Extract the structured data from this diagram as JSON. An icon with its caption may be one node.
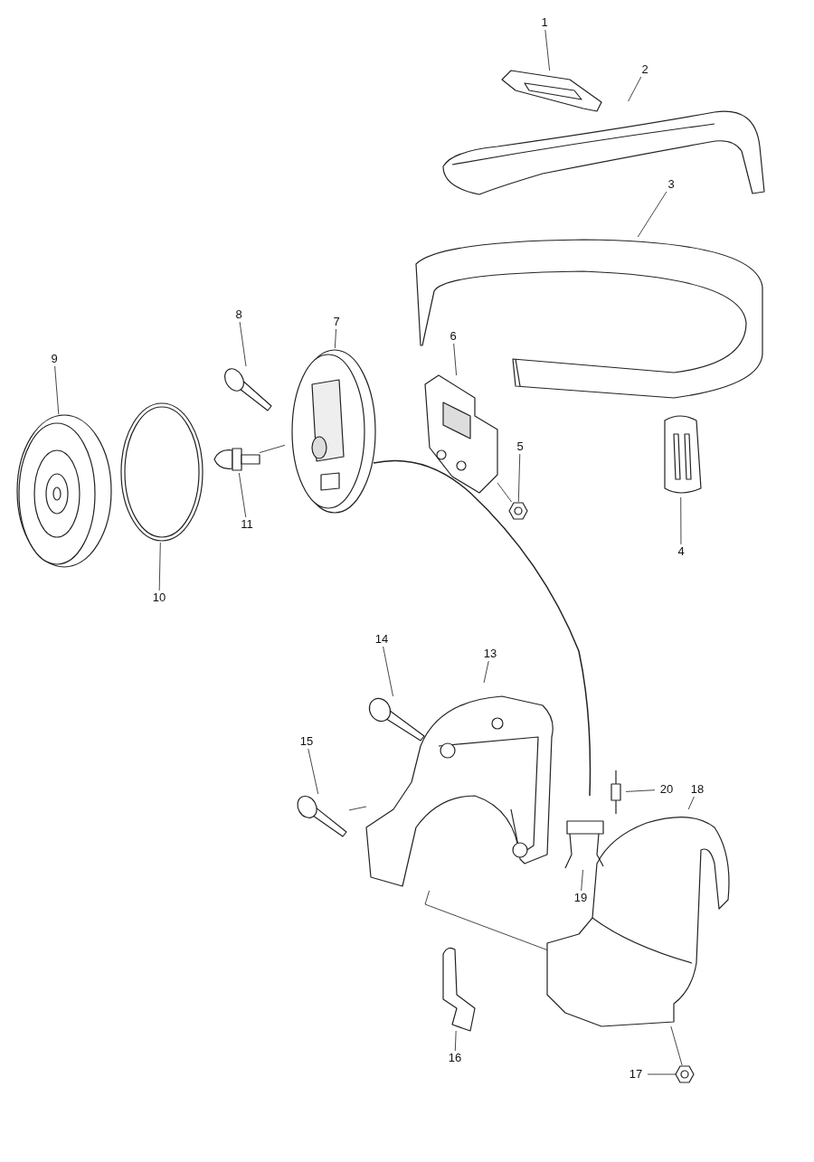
{
  "diagram": {
    "nodes": [
      {
        "text": [
          "1"
        ]
      },
      {
        "text": [
          "2"
        ]
      },
      {
        "text": [
          "3"
        ]
      },
      {
        "text": [
          "4"
        ]
      },
      {
        "text": [
          "5"
        ]
      },
      {
        "text": [
          "6"
        ]
      },
      {
        "text": [
          "7"
        ]
      },
      {
        "text": [
          "8"
        ]
      },
      {
        "text": [
          "9"
        ]
      },
      {
        "text": [
          "10"
        ]
      },
      {
        "text": [
          "11"
        ]
      },
      {
        "text": [
          "13"
        ]
      },
      {
        "text": [
          "14"
        ]
      },
      {
        "text": [
          "15"
        ]
      },
      {
        "text": [
          "16"
        ]
      },
      {
        "text": [
          "17"
        ]
      },
      {
        "text": [
          "18"
        ]
      },
      {
        "text": [
          "19"
        ]
      },
      {
        "text": [
          "20"
        ]
      },
      {
        "text": [],
        "shape": "picture"
      },
      {
        "text": [],
        "shape": "picture"
      },
      {
        "text": [],
        "shape": "picture"
      },
      {
        "text": [],
        "shape": "picture"
      },
      {
        "text": [],
        "shape": "picture"
      },
      {
        "text": [],
        "shape": "picture"
      },
      {
        "text": [],
        "shape": "picture"
      },
      {
        "text": [],
        "shape": "picture"
      },
      {
        "text": [],
        "shape": "picture"
      },
      {
        "text": [],
        "shape": "picture"
      },
      {
        "text": [],
        "shape": "picture"
      },
      {
        "text": [],
        "shape": "picture"
      },
      {
        "text": [],
        "shape": "picture"
      },
      {
        "text": [],
        "shape": "picture"
      },
      {
        "text": [],
        "shape": "picture"
      },
      {
        "text": [],
        "shape": "picture"
      },
      {
        "text": [],
        "shape": "picture"
      },
      {
        "text": [],
        "shape": "picture"
      },
      {
        "text": [],
        "shape": "picture"
      }
    ],
    "edges": [
      {
        "from": 0,
        "to": 19,
        "arrow": "none"
      },
      {
        "from": 1,
        "to": 20,
        "arrow": "none"
      },
      {
        "from": 2,
        "to": 21,
        "arrow": "none"
      },
      {
        "from": 3,
        "to": 22,
        "arrow": "none"
      },
      {
        "from": 4,
        "to": 23,
        "arrow": "none"
      },
      {
        "from": 5,
        "to": 24,
        "arrow": "none"
      },
      {
        "from": 6,
        "to": 25,
        "arrow": "none"
      },
      {
        "from": 7,
        "to": 26,
        "arrow": "none"
      },
      {
        "from": 8,
        "to": 27,
        "arrow": "none"
      },
      {
        "from": 9,
        "to": 28,
        "arrow": "none"
      },
      {
        "from": 10,
        "to": 29,
        "arrow": "none"
      },
      {
        "from": 11,
        "to": 30,
        "arrow": "none"
      },
      {
        "from": 12,
        "to": 31,
        "arrow": "none"
      },
      {
        "from": 13,
        "to": 32,
        "arrow": "none"
      },
      {
        "from": 14,
        "to": 33,
        "arrow": "none"
      },
      {
        "from": 15,
        "to": 34,
        "arrow": "none"
      },
      {
        "from": 16,
        "to": 35,
        "arrow": "none"
      },
      {
        "from": 17,
        "to": 36,
        "arrow": "none"
      },
      {
        "from": 18,
        "to": 37,
        "arrow": "none"
      },
      {
        "from": 29,
        "to": 25,
        "arrow": "none"
      },
      {
        "from": 23,
        "to": 24,
        "arrow": "none"
      },
      {
        "from": 32,
        "to": 30,
        "arrow": "none"
      },
      {
        "from": 30,
        "to": 35,
        "arrow": "none"
      },
      {
        "from": 34,
        "to": 35,
        "arrow": "none"
      }
    ]
  }
}
